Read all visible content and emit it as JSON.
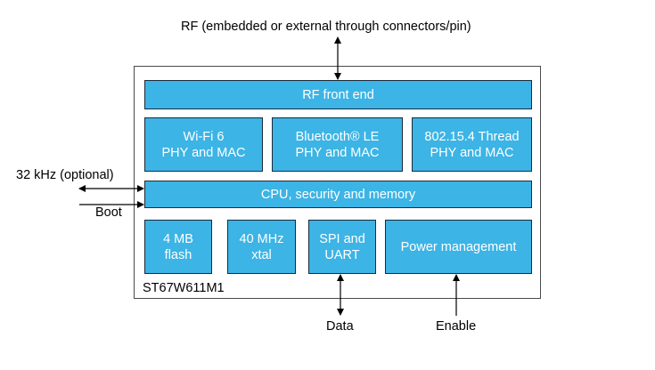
{
  "labels": {
    "rf_external": "RF (embedded or external through connectors/pin)",
    "clock": "32 kHz (optional)",
    "boot": "Boot",
    "data": "Data",
    "enable": "Enable",
    "module_name": "ST67W611M1"
  },
  "blocks": {
    "rf_front_end": "RF front end",
    "wifi": "Wi-Fi 6\nPHY and MAC",
    "bluetooth": "Bluetooth® LE\nPHY and MAC",
    "thread": "802.15.4 Thread\nPHY and MAC",
    "cpu": "CPU, security and memory",
    "flash": "4 MB\nflash",
    "xtal": "40 MHz\nxtal",
    "spi_uart": "SPI and\nUART",
    "power": "Power management"
  },
  "colors": {
    "block_fill": "#3cb4e5",
    "block_text": "#ffffff"
  }
}
